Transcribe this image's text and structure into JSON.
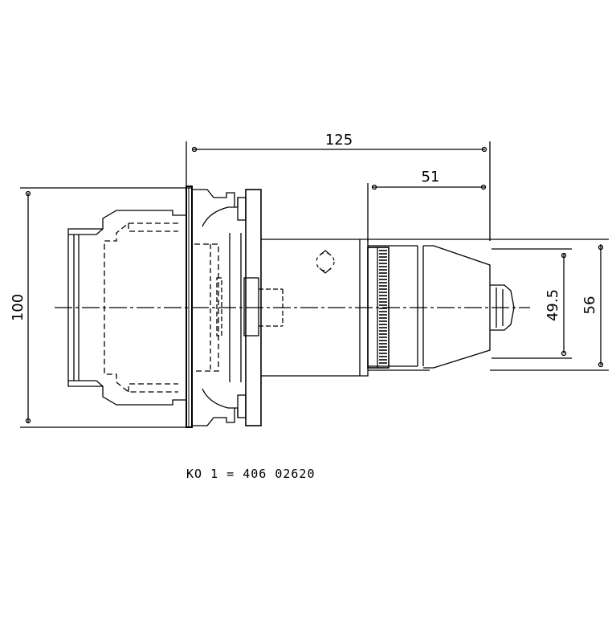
{
  "drawing": {
    "dimensions": {
      "overall_length": "125",
      "chuck_length": "51",
      "flange_diameter": "100",
      "chuck_inner_diameter": "49.5",
      "chuck_outer_diameter": "56"
    },
    "part_number": "KO 1 = 406 02620"
  }
}
